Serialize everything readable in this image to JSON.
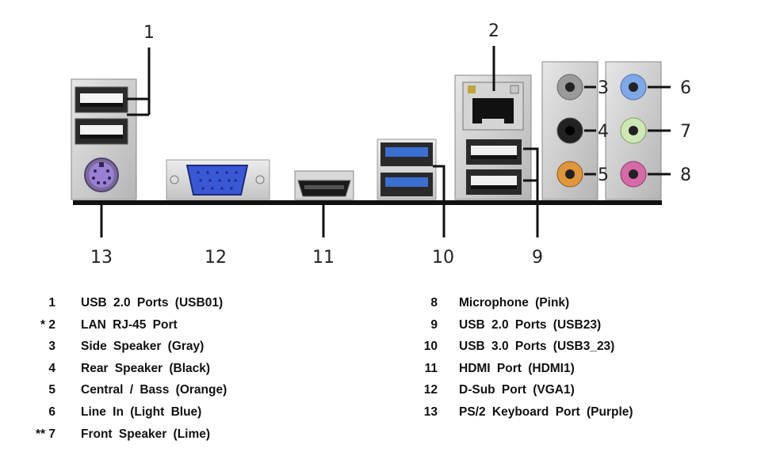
{
  "callouts": {
    "c1": "1",
    "c2": "2",
    "c3": "3",
    "c4": "4",
    "c5": "5",
    "c6": "6",
    "c7": "7",
    "c8": "8",
    "c9": "9",
    "c10": "10",
    "c11": "11",
    "c12": "12",
    "c13": "13"
  },
  "legend_left": [
    {
      "num": "1",
      "desc": "USB 2.0 Ports (USB01)"
    },
    {
      "num": "* 2",
      "desc": "LAN RJ-45 Port"
    },
    {
      "num": "3",
      "desc": "Side Speaker (Gray)"
    },
    {
      "num": "4",
      "desc": "Rear Speaker (Black)"
    },
    {
      "num": "5",
      "desc": "Central / Bass (Orange)"
    },
    {
      "num": "6",
      "desc": "Line In (Light Blue)"
    },
    {
      "num": "** 7",
      "desc": "Front Speaker (Lime)"
    }
  ],
  "legend_right": [
    {
      "num": "8",
      "desc": "Microphone (Pink)"
    },
    {
      "num": "9",
      "desc": "USB 2.0 Ports (USB23)"
    },
    {
      "num": "10",
      "desc": "USB 3.0 Ports (USB3_23)"
    },
    {
      "num": "11",
      "desc": "HDMI Port (HDMI1)"
    },
    {
      "num": "12",
      "desc": "D-Sub Port (VGA1)"
    },
    {
      "num": "13",
      "desc": "PS/2 Keyboard Port (Purple)"
    }
  ],
  "colors": {
    "ps2_purple": "#9b7fd4",
    "vga_blue": "#3a57d6",
    "usb3_blue": "#3b6fd0",
    "audio_gray": "#9a9a9a",
    "audio_black": "#222222",
    "audio_orange": "#e0963a",
    "audio_light_blue": "#7fa8e8",
    "audio_lime": "#cfe7b5",
    "audio_pink": "#d66aa6"
  }
}
